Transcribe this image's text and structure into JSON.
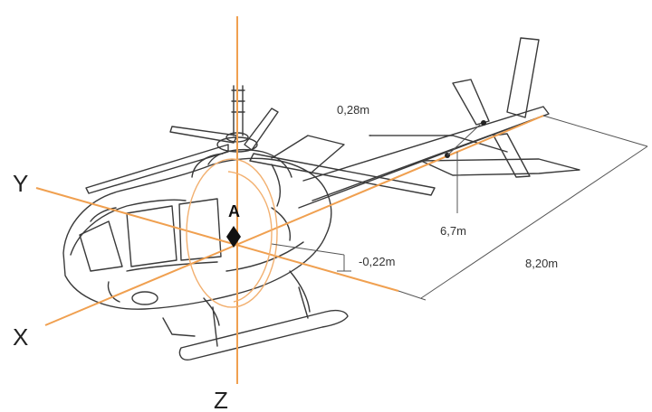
{
  "axes": {
    "x_label": "X",
    "y_label": "Y",
    "z_label": "Z"
  },
  "reference_point": {
    "label": "A"
  },
  "dimensions": {
    "vertical_offset_tail": "0,28m",
    "tail_distance": "6,7m",
    "vertical_offset_reference": "-0,22m",
    "overall_length": "8,20m"
  },
  "colors": {
    "axis_lines": "#f0a050",
    "drawing_lines": "#3a3a3a",
    "background": "#ffffff"
  }
}
